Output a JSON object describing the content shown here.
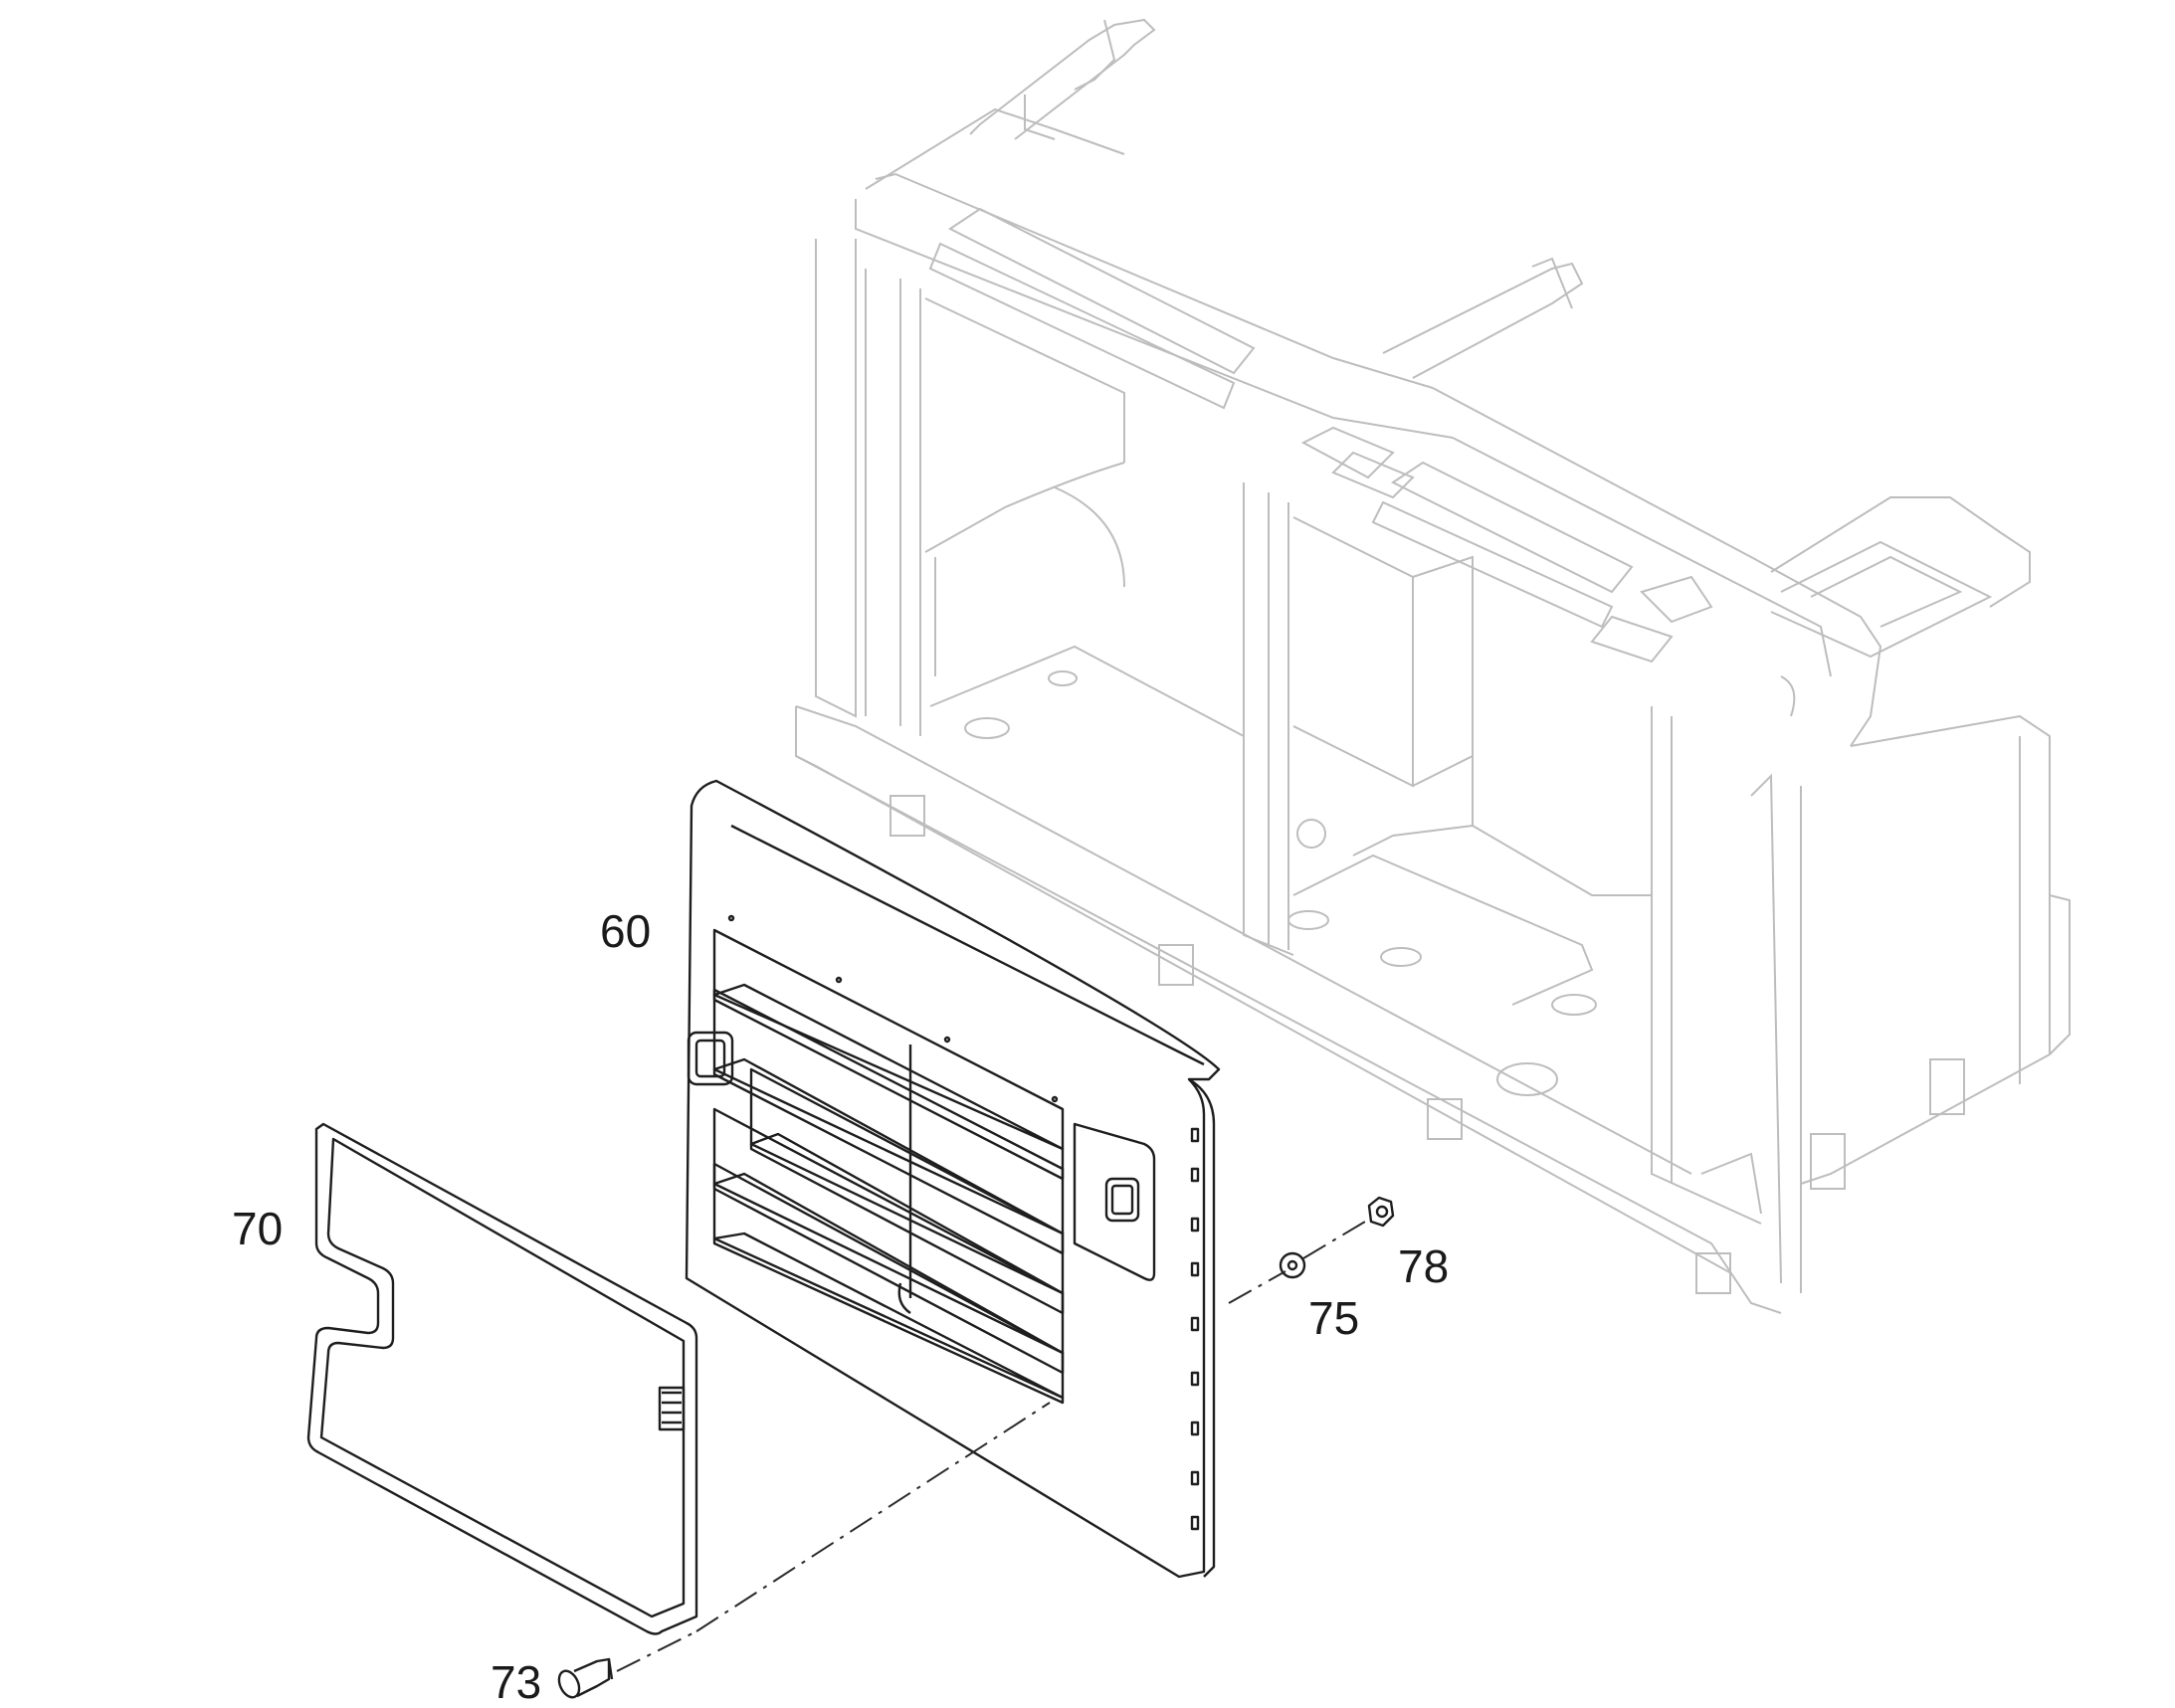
{
  "callouts": {
    "c60": "60",
    "c70": "70",
    "c73": "73",
    "c75": "75",
    "c78": "78"
  },
  "colors": {
    "frame_line": "#bdbdbd",
    "part_line": "#1e1e1e",
    "label": "#1a1a1a",
    "background": "#ffffff"
  }
}
